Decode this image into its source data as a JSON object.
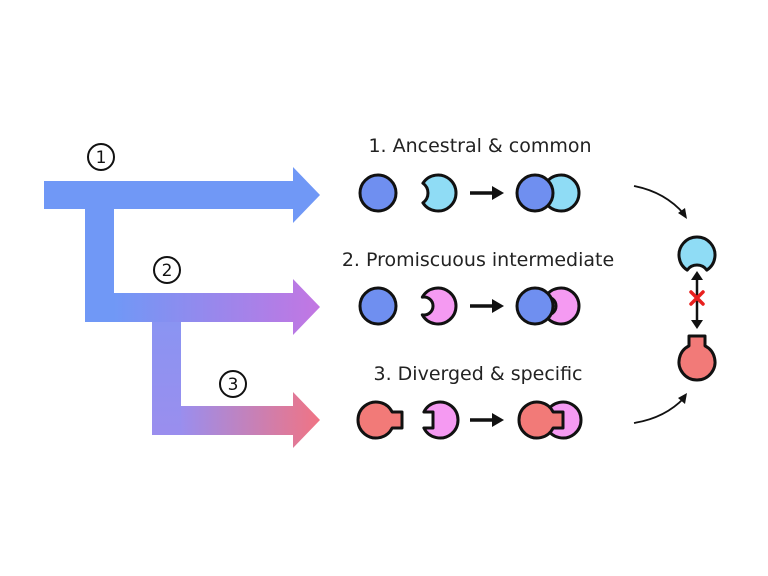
{
  "stages": [
    {
      "marker": "1",
      "label": "1. Ancestral & common"
    },
    {
      "marker": "2",
      "label": "2. Promiscuous intermediate"
    },
    {
      "marker": "3",
      "label": "3. Diverged & specific"
    }
  ],
  "colors": {
    "blue": "#6f8ff0",
    "cyan": "#8fdcf5",
    "pink": "#f59af2",
    "red": "#f27a78",
    "arrow_blue": "#7098f6",
    "arrow_purple": "#c376e2",
    "arrow_red": "#f07484",
    "block": "#e8201e"
  },
  "icons": {
    "incompatible": "red-x-icon"
  }
}
